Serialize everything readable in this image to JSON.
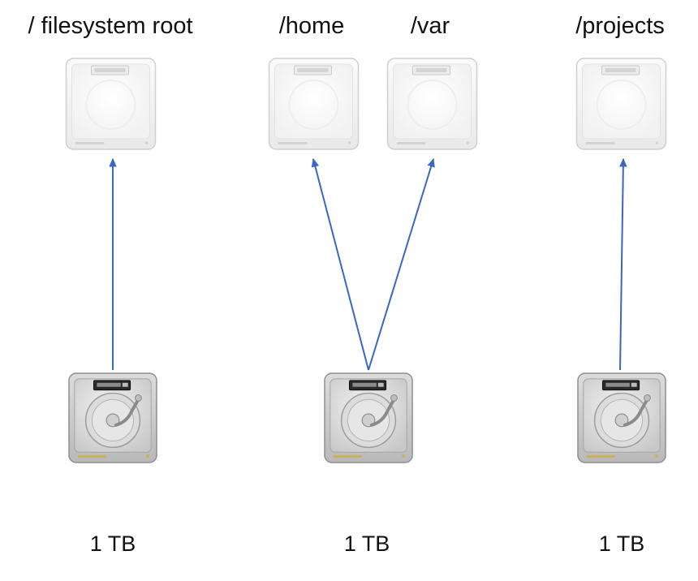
{
  "mount_points": [
    {
      "id": "root",
      "label": "/ filesystem root"
    },
    {
      "id": "home",
      "label": "/home"
    },
    {
      "id": "var",
      "label": "/var"
    },
    {
      "id": "projects",
      "label": "/projects"
    }
  ],
  "physical_disks": [
    {
      "id": "disk1",
      "capacity": "1 TB"
    },
    {
      "id": "disk2",
      "capacity": "1 TB"
    },
    {
      "id": "disk3",
      "capacity": "1 TB"
    }
  ],
  "mappings": [
    {
      "from": "disk1",
      "to": "root"
    },
    {
      "from": "disk2",
      "to": "home"
    },
    {
      "from": "disk2",
      "to": "var"
    },
    {
      "from": "disk3",
      "to": "projects"
    }
  ],
  "colors": {
    "arrow": "#3a66c4",
    "text": "#111111"
  },
  "icons": {
    "mount": "logical-volume-drive-icon",
    "disk": "hard-disk-drive-icon"
  }
}
